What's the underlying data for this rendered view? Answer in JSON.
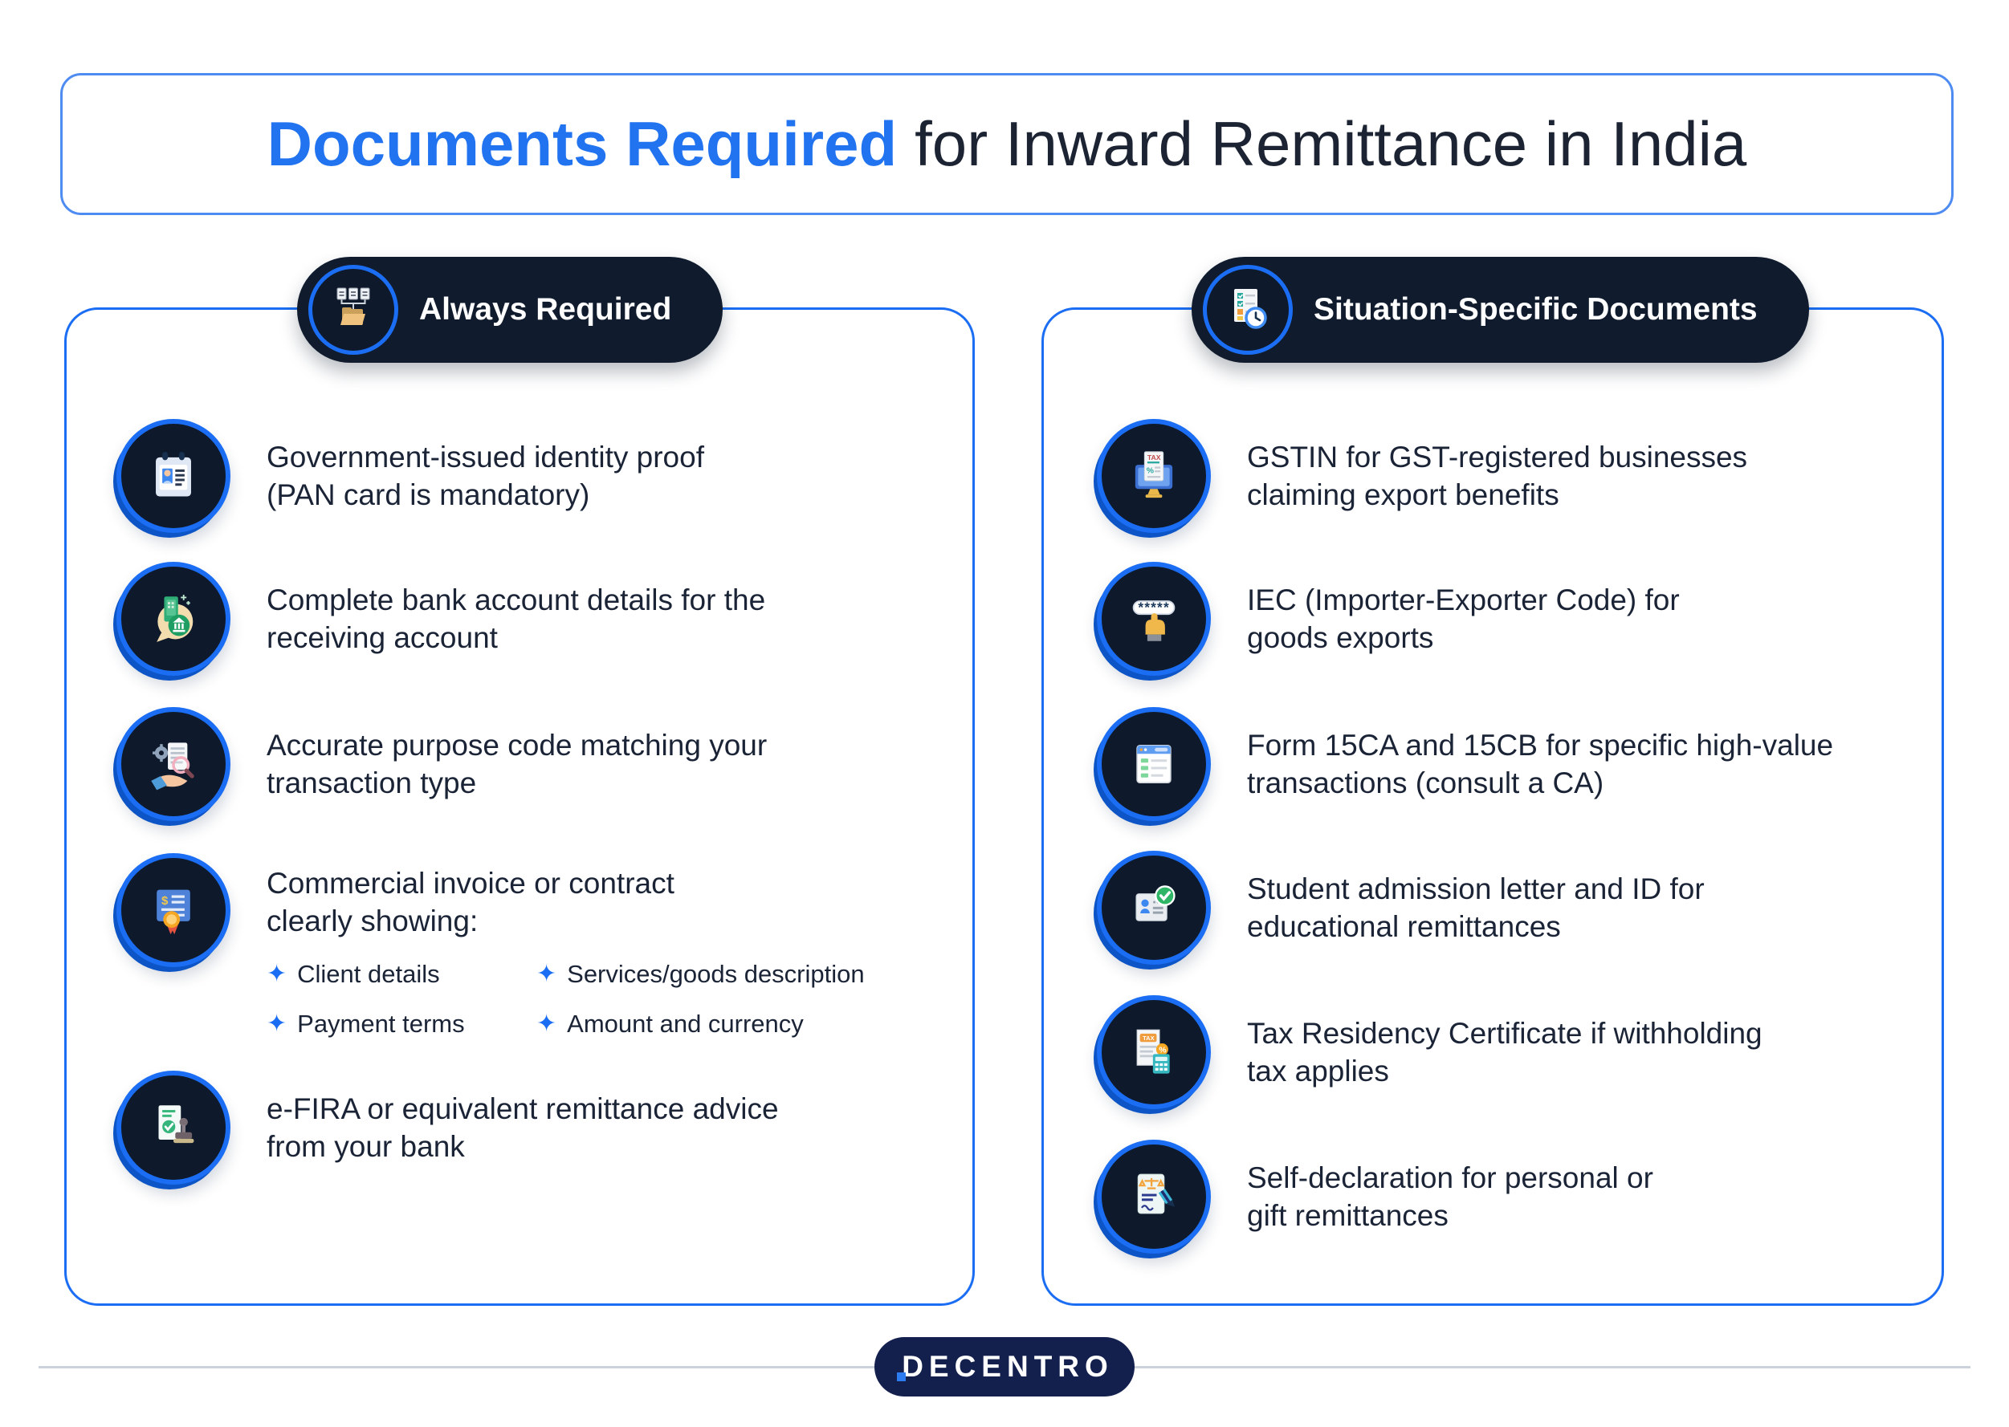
{
  "ui": {
    "bullet_glyph": "✦"
  },
  "colors": {
    "accent": "#1b6ef3",
    "title_blue": "#2173f0",
    "dark_navy": "#101c2e",
    "text": "#1a2436",
    "footer_navy": "#13204e"
  },
  "title": {
    "highlight": "Documents Required",
    "rest": "for Inward Remittance in India"
  },
  "panels": [
    {
      "id": "always-required",
      "badge": {
        "label": "Always Required",
        "icon": "folder-documents-icon"
      },
      "items": [
        {
          "icon": "id-card-icon",
          "lines": [
            "Government-issued identity proof",
            "(PAN card is mandatory)"
          ]
        },
        {
          "icon": "bank-account-icon",
          "lines": [
            "Complete bank account details for the",
            "receiving account"
          ]
        },
        {
          "icon": "purpose-code-icon",
          "lines": [
            "Accurate purpose code matching your",
            "transaction type"
          ]
        },
        {
          "icon": "invoice-icon",
          "lines": [
            "Commercial invoice or contract",
            "clearly showing:"
          ],
          "bullets": [
            "Client details",
            "Services/goods description",
            "Payment terms",
            "Amount and currency"
          ]
        },
        {
          "icon": "stamp-document-icon",
          "lines": [
            "e-FIRA or equivalent remittance advice",
            "from your bank"
          ]
        }
      ]
    },
    {
      "id": "situation-specific",
      "badge": {
        "label": "Situation-Specific Documents",
        "icon": "checklist-clock-icon"
      },
      "items": [
        {
          "icon": "gst-monitor-icon",
          "lines": [
            "GSTIN for GST-registered businesses",
            "claiming export benefits"
          ]
        },
        {
          "icon": "iec-password-icon",
          "lines": [
            "IEC (Importer-Exporter Code) for",
            "goods exports"
          ]
        },
        {
          "icon": "form-browser-icon",
          "lines": [
            "Form 15CA and 15CB for specific high-value",
            "transactions (consult a CA)"
          ]
        },
        {
          "icon": "student-id-icon",
          "lines": [
            "Student admission letter and ID for",
            "educational remittances"
          ]
        },
        {
          "icon": "tax-calculator-icon",
          "lines": [
            "Tax Residency Certificate if withholding",
            "tax applies"
          ]
        },
        {
          "icon": "self-declaration-icon",
          "lines": [
            "Self-declaration for personal or",
            "gift remittances"
          ]
        }
      ]
    }
  ],
  "footer": {
    "brand": "DECENTRO"
  }
}
